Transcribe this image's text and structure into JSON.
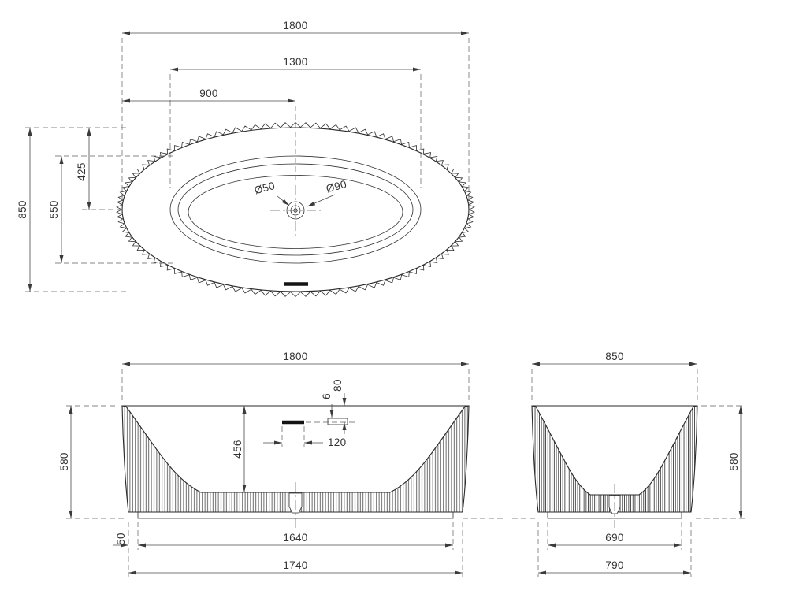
{
  "meta": {
    "background": "#ffffff",
    "line_color": "#2a2a2a",
    "dimension_color": "#444444"
  },
  "top_view": {
    "overall_length": "1800",
    "basin_length": "1300",
    "half_length": "900",
    "overall_width": "850",
    "basin_width": "550",
    "half_width": "425",
    "drain_inner": "Ø50",
    "drain_outer": "Ø90"
  },
  "front_view": {
    "overall_length": "1800",
    "overall_height": "580",
    "inner_depth": "456",
    "overflow_drop": "80",
    "overflow_gap": "6",
    "overflow_width": "120",
    "base_inner_length": "1640",
    "base_inset": "50",
    "base_length": "1740"
  },
  "side_view": {
    "overall_width": "850",
    "overall_height": "580",
    "base_inner_width": "690",
    "base_width": "790"
  }
}
